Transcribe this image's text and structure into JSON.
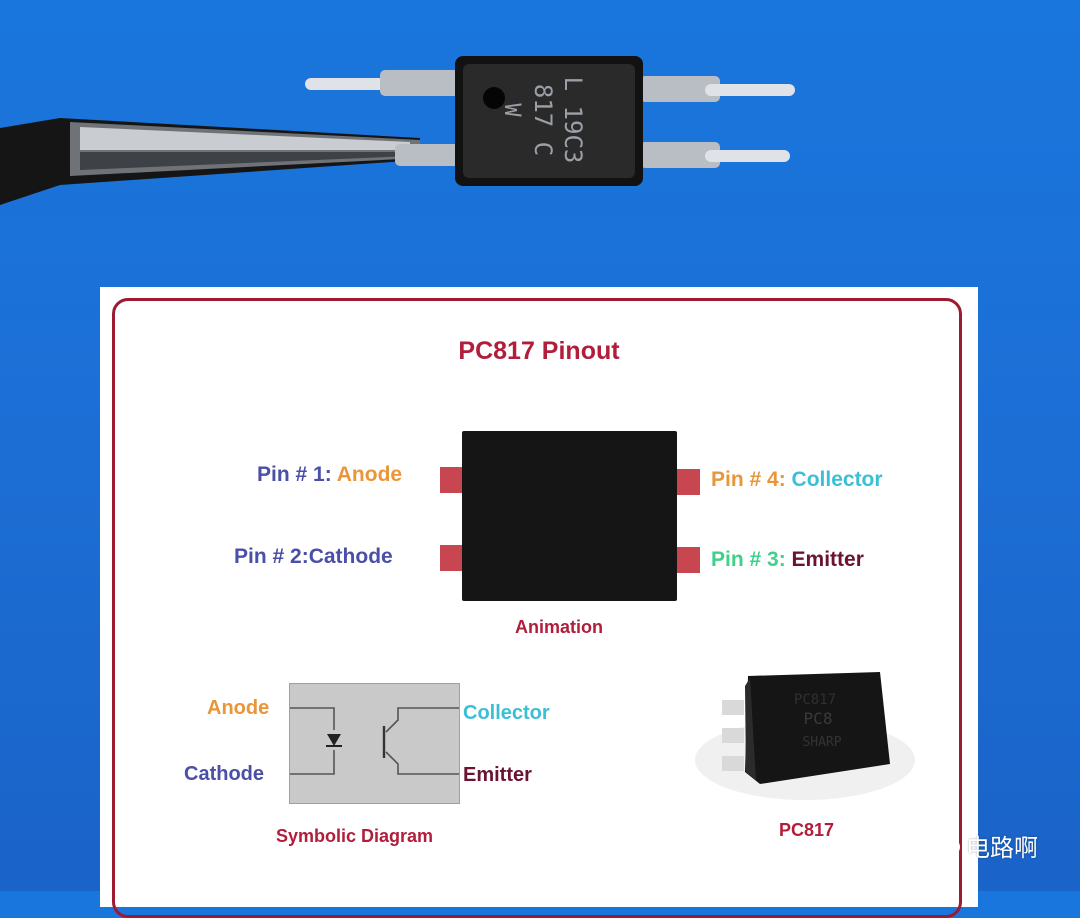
{
  "photo": {
    "marking_line1": "L 19C3",
    "marking_line2": "817 C",
    "marking_line3": "W"
  },
  "card": {
    "title": "PC817 Pinout",
    "pins": {
      "pin1_prefix": "Pin # 1:",
      "pin1_name": "Anode",
      "pin2_prefix": "Pin # 2:",
      "pin2_name": "Cathode",
      "pin3_prefix": "Pin # 3:",
      "pin3_name": "Emitter",
      "pin4_prefix": "Pin # 4:",
      "pin4_name": "Collector"
    },
    "animation_caption": "Animation",
    "symbolic": {
      "anode": "Anode",
      "cathode": "Cathode",
      "collector": "Collector",
      "emitter": "Emitter",
      "caption": "Symbolic Diagram"
    },
    "chip": {
      "marking_line1": "PC817",
      "marking_line2": "PC8",
      "marking_line3": "SHARP",
      "caption": "PC817"
    }
  },
  "watermark": {
    "text": "电路啊",
    "icon": "wechat-icon"
  },
  "colors": {
    "background": "#1c6fd6",
    "frame": "#9c1b33",
    "title": "#b11d3b",
    "pin_prefix_blue": "#4a4fa8",
    "anode": "#e9963a",
    "collector": "#3bbfd6",
    "pin3_green": "#3fd08a",
    "emitter": "#6b1430",
    "pad": "#c7464f"
  }
}
